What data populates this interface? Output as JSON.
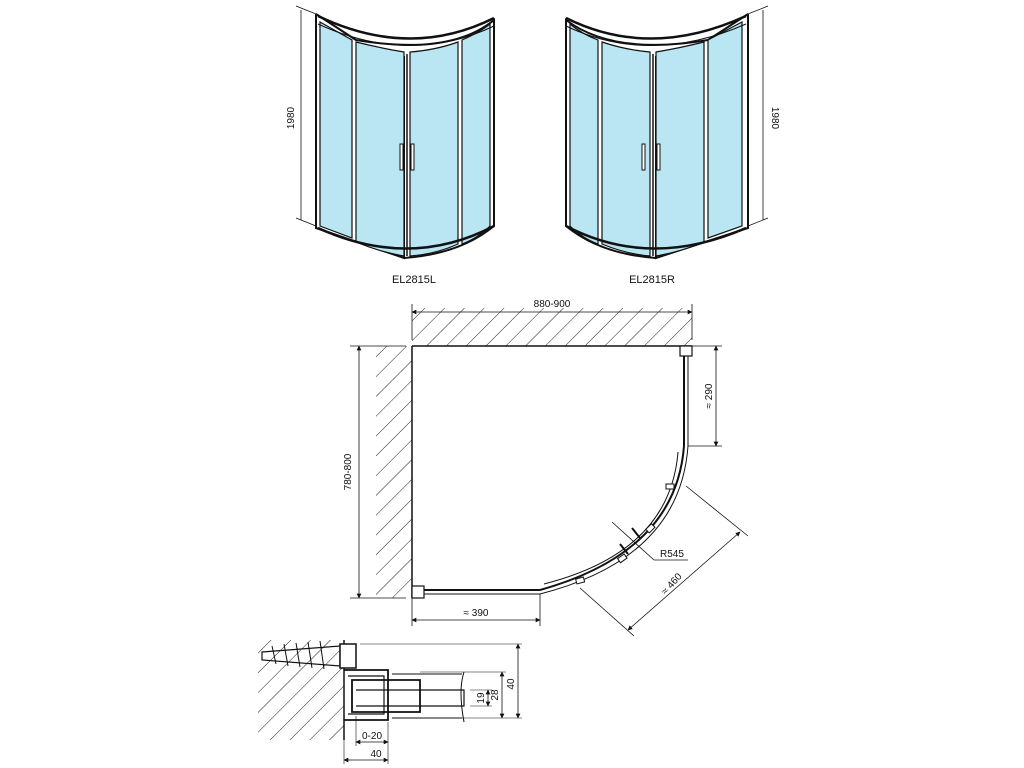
{
  "models": {
    "left": {
      "code": "EL2815L",
      "height": "1980"
    },
    "right": {
      "code": "EL2815R",
      "height": "1980"
    }
  },
  "plan": {
    "width": "880-900",
    "depth": "780-800",
    "side_glass": "≈ 290",
    "bottom_glass": "≈ 390",
    "radius": "R545",
    "diagonal": "≈ 460"
  },
  "profile": {
    "adjust": "0-20",
    "width": "40",
    "h19": "19",
    "h28": "28",
    "h40": "40"
  },
  "colors": {
    "glass": "#b9e6f2",
    "line": "#111111"
  }
}
